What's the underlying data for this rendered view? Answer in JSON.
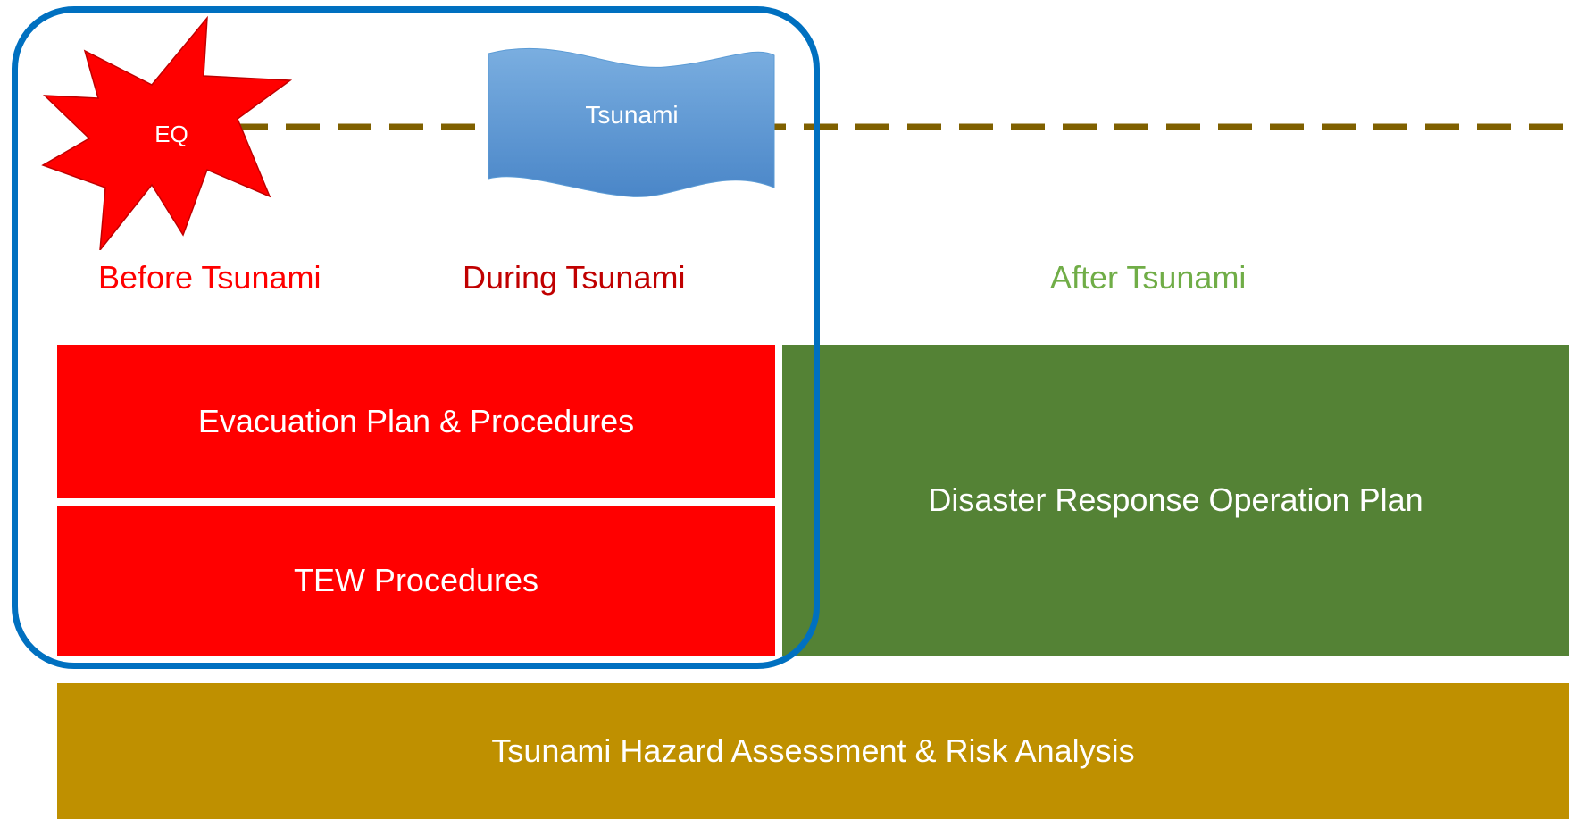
{
  "shapes": {
    "earthquake_label": "EQ",
    "tsunami_label": "Tsunami"
  },
  "phases": {
    "before": "Before Tsunami",
    "during": "During Tsunami",
    "after": "After Tsunami"
  },
  "boxes": {
    "evacuation": "Evacuation Plan & Procedures",
    "tew": "TEW Procedures",
    "disaster_response": "Disaster Response Operation Plan",
    "hazard_assessment": "Tsunami Hazard Assessment & Risk Analysis"
  },
  "colors": {
    "red": "#ff0000",
    "dark_red_text": "#c00000",
    "green_box": "#548235",
    "green_text": "#70ad47",
    "gold_box": "#bf9000",
    "blue_outline": "#0070c0",
    "dash_line": "#7f6000",
    "wave_fill": "#5b9bd5"
  }
}
